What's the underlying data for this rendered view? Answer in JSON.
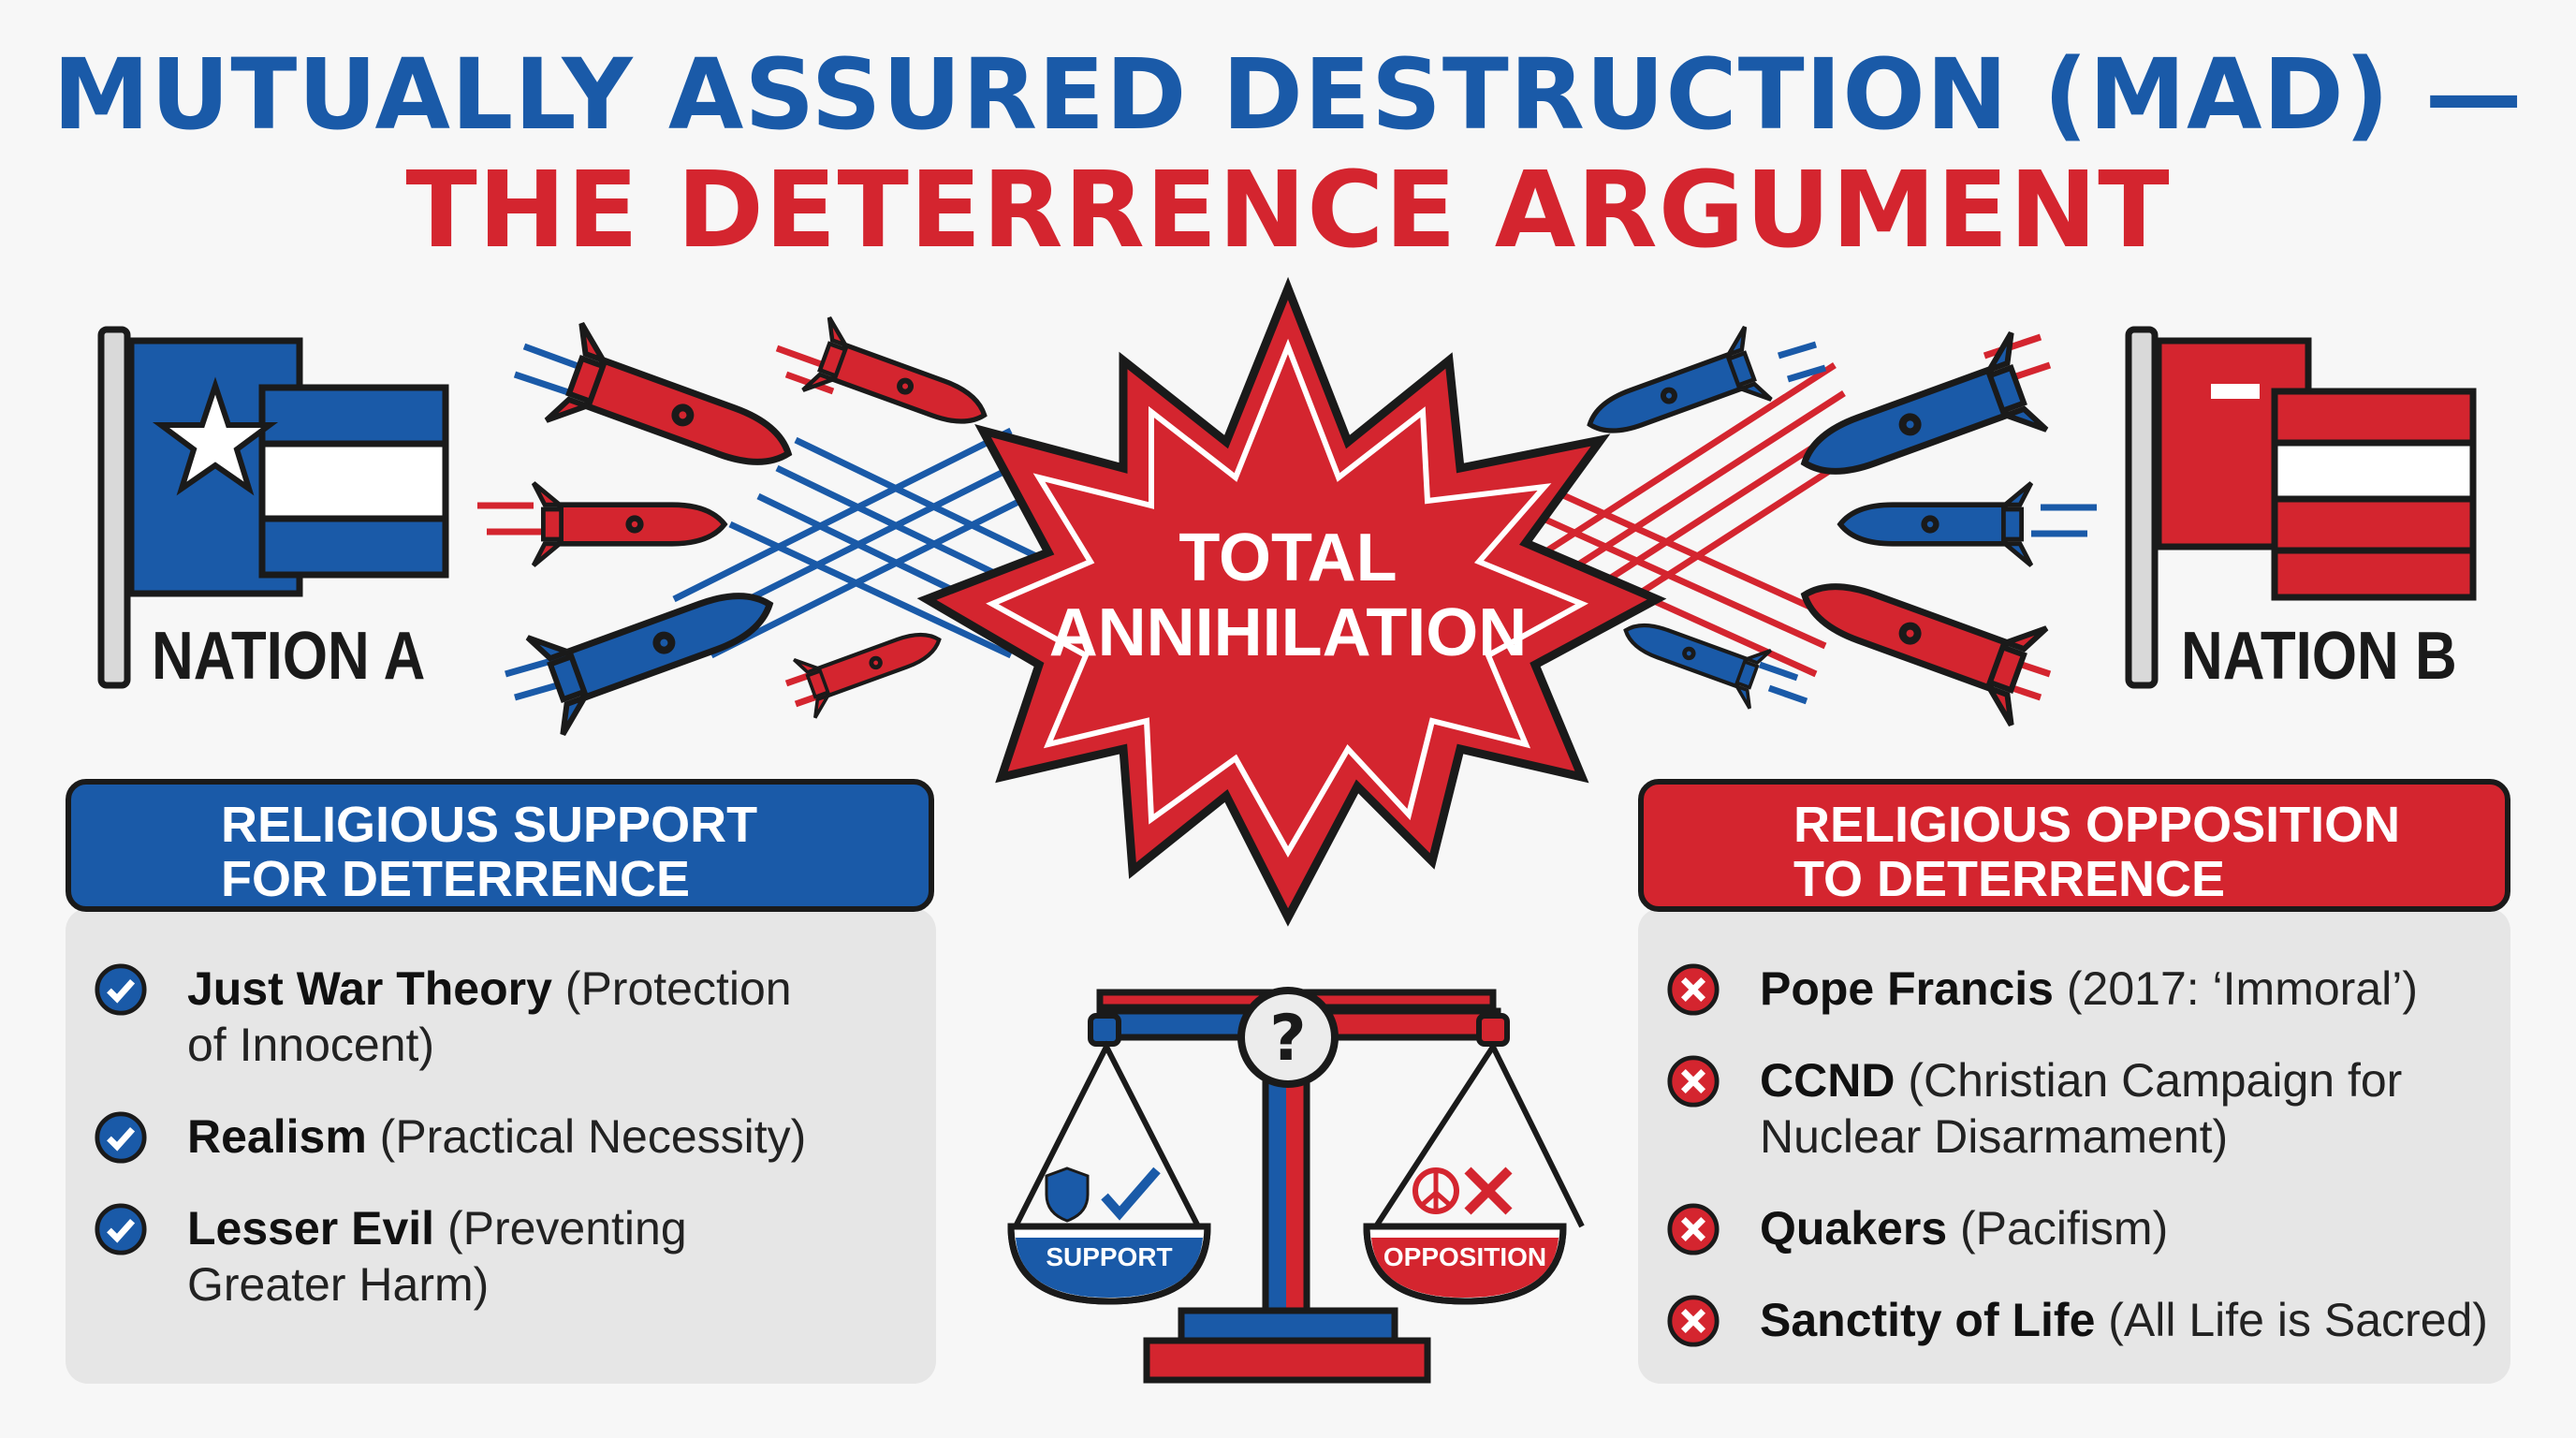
{
  "title": {
    "line1": "MUTUALLY ASSURED DESTRUCTION (MAD) —",
    "line2": "THE DETERRENCE ARGUMENT"
  },
  "center": {
    "line1": "TOTAL",
    "line2": "ANNIHILATION"
  },
  "nations": {
    "a": "NATION A",
    "b": "NATION B"
  },
  "support": {
    "header_line1": "RELIGIOUS SUPPORT",
    "header_line2": "FOR DETERRENCE",
    "items": [
      {
        "bold": "Just War Theory",
        "rest": " (Protection",
        "line2": "of Innocent)"
      },
      {
        "bold": "Realism",
        "rest": " (Practical Necessity)",
        "line2": ""
      },
      {
        "bold": "Lesser Evil",
        "rest": " (Preventing",
        "line2": "Greater Harm)"
      }
    ]
  },
  "opposition": {
    "header_line1": "RELIGIOUS OPPOSITION",
    "header_line2": "TO DETERRENCE",
    "items": [
      {
        "bold": "Pope Francis",
        "rest": " (2017: ‘Immoral’)",
        "line2": ""
      },
      {
        "bold": "CCND",
        "rest": " (Christian Campaign for",
        "line2": "Nuclear Disarmament)"
      },
      {
        "bold": "Quakers",
        "rest": " (Pacifism)",
        "line2": ""
      },
      {
        "bold": "Sanctity of Life",
        "rest": " (All Life is Sacred)",
        "line2": ""
      }
    ]
  },
  "scale": {
    "support_label": "SUPPORT",
    "opposition_label": "OPPOSITION",
    "question_mark": "?"
  },
  "colors": {
    "blue": "#1a5aa8",
    "red": "#d4252f",
    "outline": "#1a1a1a"
  }
}
